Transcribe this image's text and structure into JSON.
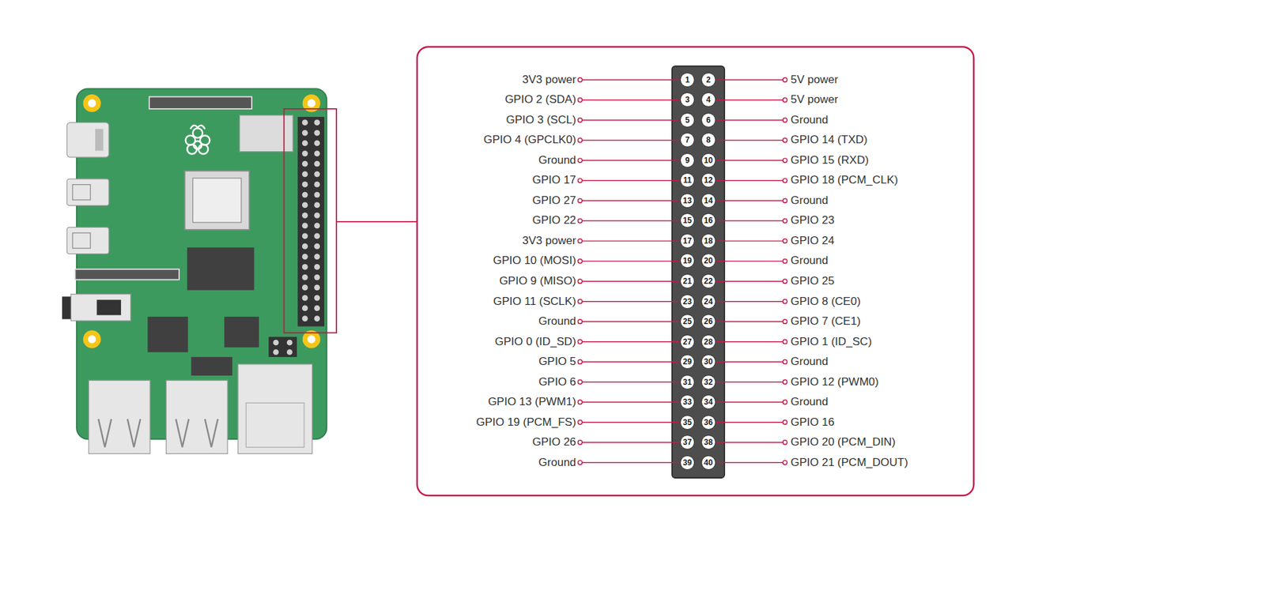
{
  "diagram": {
    "nodes": [
      {
        "text": [
          "1"
        ]
      },
      {
        "text": [
          "2"
        ]
      },
      {
        "text": [
          "3"
        ]
      },
      {
        "text": [
          "4"
        ]
      },
      {
        "text": [
          "5"
        ]
      },
      {
        "text": [
          "6"
        ]
      },
      {
        "text": [
          "7"
        ]
      },
      {
        "text": [
          "8"
        ]
      },
      {
        "text": [
          "9"
        ]
      },
      {
        "text": [
          "10"
        ]
      },
      {
        "text": [
          "11"
        ]
      },
      {
        "text": [
          "12"
        ]
      },
      {
        "text": [
          "13"
        ]
      },
      {
        "text": [
          "14"
        ]
      },
      {
        "text": [
          "15"
        ]
      },
      {
        "text": [
          "16"
        ]
      },
      {
        "text": [
          "17"
        ]
      },
      {
        "text": [
          "18"
        ]
      },
      {
        "text": [
          "19"
        ]
      },
      {
        "text": [
          "20"
        ]
      },
      {
        "text": [
          "21"
        ]
      },
      {
        "text": [
          "22"
        ]
      },
      {
        "text": [
          "23"
        ]
      },
      {
        "text": [
          "24"
        ]
      },
      {
        "text": [
          "25"
        ]
      },
      {
        "text": [
          "26"
        ]
      },
      {
        "text": [
          "27"
        ]
      },
      {
        "text": [
          "28"
        ]
      },
      {
        "text": [
          "29"
        ]
      },
      {
        "text": [
          "30"
        ]
      },
      {
        "text": [
          "31"
        ]
      },
      {
        "text": [
          "32"
        ]
      },
      {
        "text": [
          "33"
        ]
      },
      {
        "text": [
          "34"
        ]
      },
      {
        "text": [
          "35"
        ]
      },
      {
        "text": [
          "36"
        ]
      },
      {
        "text": [
          "37"
        ]
      },
      {
        "text": [
          "38"
        ]
      },
      {
        "text": [
          "39"
        ]
      },
      {
        "text": [
          "40"
        ]
      }
    ],
    "labels": [
      "3V3 power",
      "5V power",
      "GPIO 2 (SDA)",
      "5V power",
      "GPIO 3 (SCL)",
      "Ground",
      "GPIO 4 (GPCLK0)",
      "GPIO 14 (TXD)",
      "Ground",
      "GPIO 15 (RXD)",
      "GPIO 17",
      "GPIO 18 (PCM_CLK)",
      "GPIO 27",
      "Ground",
      "GPIO 22",
      "GPIO 23",
      "3V3 power",
      "GPIO 24",
      "GPIO 10 (MOSI)",
      "Ground",
      "GPIO 9 (MISO)",
      "GPIO 25",
      "GPIO 11 (SCLK)",
      "GPIO 8 (CE0)",
      "Ground",
      "GPIO 7 (CE1)",
      "GPIO 0 (ID_SD)",
      "GPIO 1 (ID_SC)",
      "GPIO 5",
      "Ground",
      "GPIO 6",
      "GPIO 12 (PWM0)",
      "GPIO 13 (PWM1)",
      "Ground",
      "GPIO 19 (PCM_FS)",
      "GPIO 16",
      "GPIO 26",
      "GPIO 20 (PCM_DIN)",
      "Ground",
      "GPIO 21 (PCM_DOUT)"
    ]
  }
}
